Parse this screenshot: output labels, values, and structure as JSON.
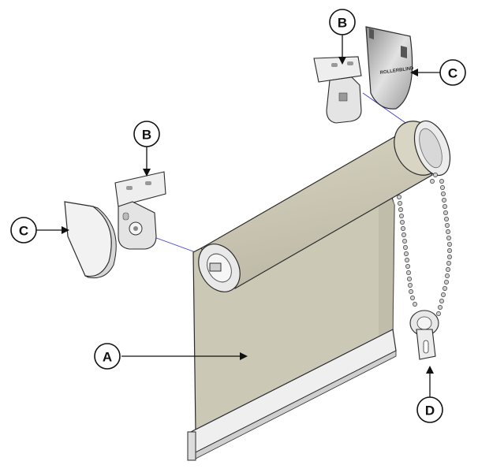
{
  "callouts": {
    "a": {
      "label": "A"
    },
    "b_top": {
      "label": "B"
    },
    "b_left": {
      "label": "B"
    },
    "c_top": {
      "label": "C"
    },
    "c_left": {
      "label": "C"
    },
    "d": {
      "label": "D"
    }
  },
  "brand": {
    "text": "ROLLERBLIND"
  },
  "colors": {
    "fabric": "#ccc8b6",
    "fabric_edge": "#a8a492",
    "metal": "#e6e6e6",
    "outline": "#2b2b2b",
    "cover_dark": "#5a5a5a",
    "guide_line": "#3b3bd6"
  },
  "icons": {
    "chain": "bead-chain-icon",
    "control": "chain-control-icon"
  }
}
